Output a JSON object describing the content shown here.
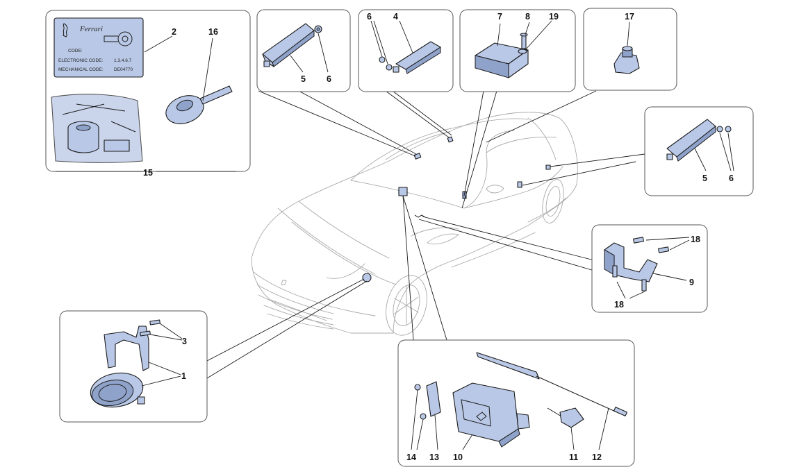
{
  "key_tag": {
    "brand": "Ferrari",
    "code_label": "CODE:",
    "electronic_code_label": "ELECTRONIC CODE:",
    "electronic_code_value": "1.3.4.6.7",
    "mechanical_code_label": "MECHANICAL CODE:",
    "mechanical_code_value": "DE04770"
  },
  "callouts": {
    "c1": "1",
    "c2": "2",
    "c3": "3",
    "c4": "4",
    "c5a": "5",
    "c5b": "5",
    "c6a": "6",
    "c6b": "6",
    "c6c": "6",
    "c7": "7",
    "c8": "8",
    "c9": "9",
    "c10": "10",
    "c11": "11",
    "c12": "12",
    "c13": "13",
    "c14": "14",
    "c15": "15",
    "c16": "16",
    "c17": "17",
    "c18a": "18",
    "c18b": "18",
    "c19": "19"
  },
  "colors": {
    "part_fill": "#b9c8e6",
    "part_dark": "#8fa2c9",
    "box_stroke": "#555555",
    "car_stroke": "#a9a9a9"
  }
}
